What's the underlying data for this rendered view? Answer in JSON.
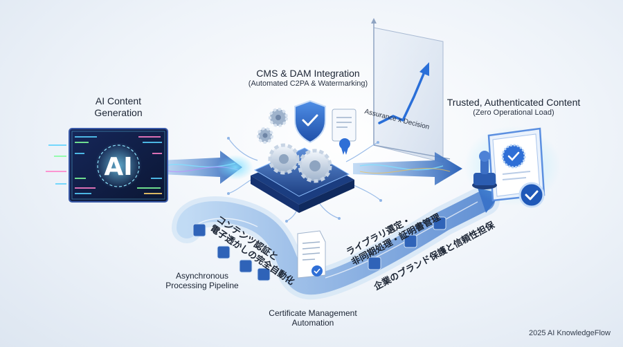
{
  "ai_block": {
    "text": "AI"
  },
  "labels": {
    "ai_generation_line1": "AI Content",
    "ai_generation_line2": "Generation",
    "cms_title": "CMS & DAM Integration",
    "cms_subtitle": "(Automated C2PA & Watermarking)",
    "trusted_title": "Trusted, Authenticated Content",
    "trusted_subtitle": "(Zero Operational Load)",
    "assurance_axis": "Assurance x Decision",
    "async_line1": "Asynchronous",
    "async_line2": "Processing Pipeline",
    "cert_line1": "Certificate Management",
    "cert_line2": "Automation"
  },
  "japanese": {
    "left_line1": "コンテンツ認証と",
    "left_line2": "電子透かしの完全自動化",
    "right_line1": "ライブラリ選定・",
    "right_line2": "非同期処理・証明書管理",
    "right_line3": "企業のブランド保護と信頼性担保"
  },
  "footer": {
    "credit": "2025 AI KnowledgeFlow"
  },
  "colors": {
    "accent": "#2f6fd6",
    "arrow": "#3b74c9",
    "glow": "#5fd2ff",
    "panel": "#1a2a55"
  }
}
